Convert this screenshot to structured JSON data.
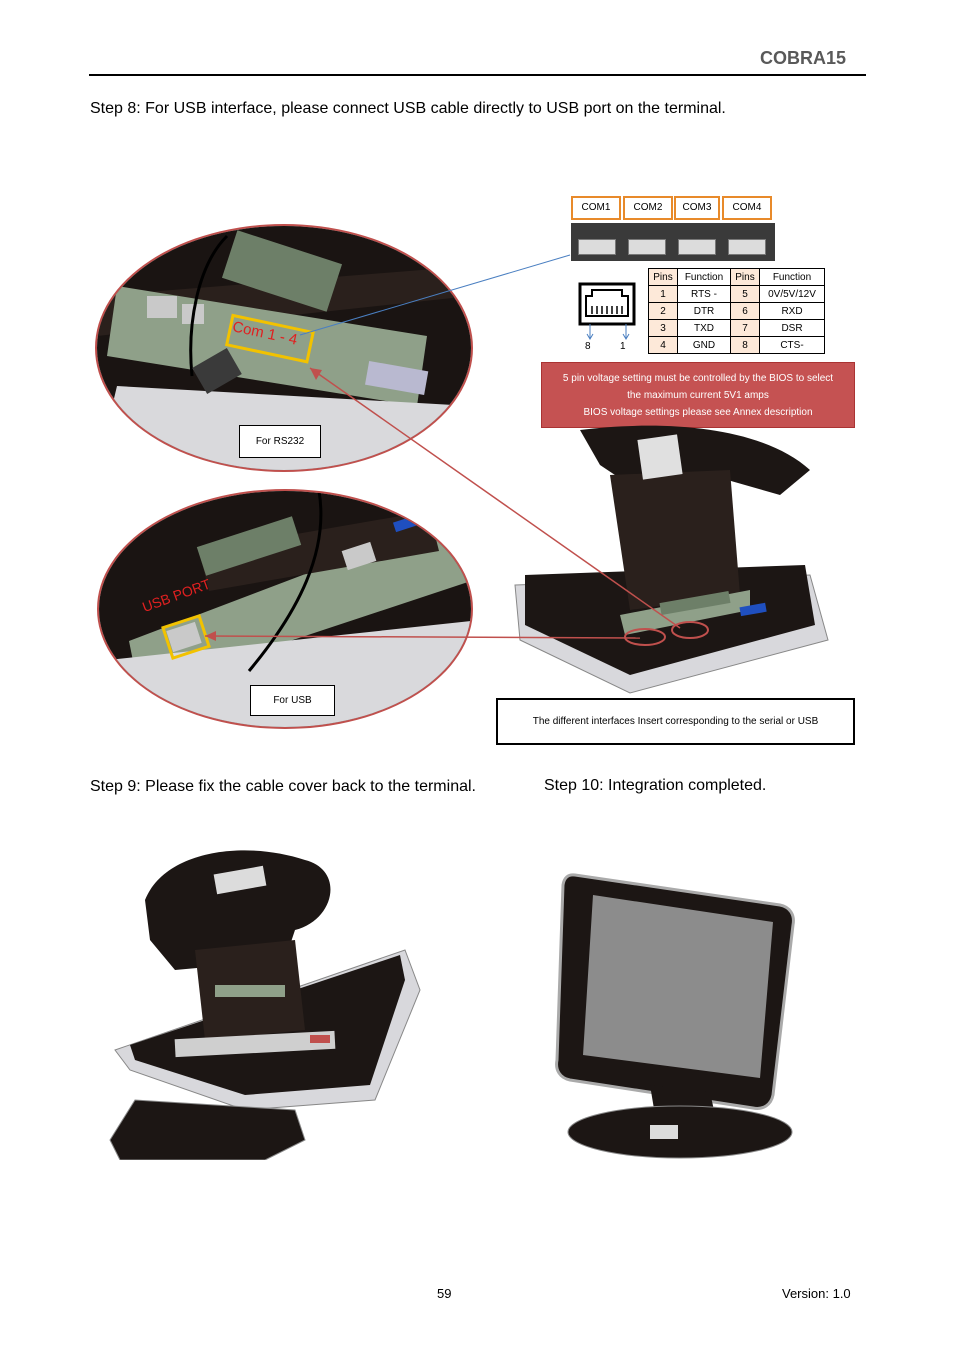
{
  "header": {
    "title": "COBRA15"
  },
  "steps": {
    "step8": "Step 8: For USB interface, please connect USB cable directly to USB port on the terminal.",
    "step9": "Step 9: Please fix the cable cover back to the terminal.",
    "step10": "Step 10: Integration completed."
  },
  "diagram": {
    "com_ports": [
      "COM1",
      "COM2",
      "COM3",
      "COM4"
    ],
    "pin_table": {
      "headers": [
        "Pins",
        "Function",
        "Pins",
        "Function"
      ],
      "rows": [
        [
          "1",
          "RTS -",
          "5",
          "0V/5V/12V"
        ],
        [
          "2",
          "DTR",
          "6",
          "RXD"
        ],
        [
          "3",
          "TXD",
          "7",
          "DSR"
        ],
        [
          "4",
          "GND",
          "8",
          "CTS-"
        ]
      ]
    },
    "rj45_labels": {
      "left": "8",
      "right": "1"
    },
    "voltage_note": {
      "line1": "5 pin voltage setting must be controlled by the BIOS to select",
      "line2": "the maximum current 5V1 amps",
      "line3": "BIOS voltage settings please see Annex description"
    },
    "com_label": "Com 1 - 4",
    "usb_label": "USB PORT",
    "rs232_box": "For RS232",
    "usb_box": "For USB",
    "caption": "The different interfaces Insert corresponding to the serial or USB",
    "colors": {
      "highlight": "#c0504d",
      "com_border": "#e88a2a",
      "note_bg": "#c55252",
      "usb_tag": "#1f4fbf"
    }
  },
  "footer": {
    "page": "59",
    "version": "Version:  1.0"
  }
}
